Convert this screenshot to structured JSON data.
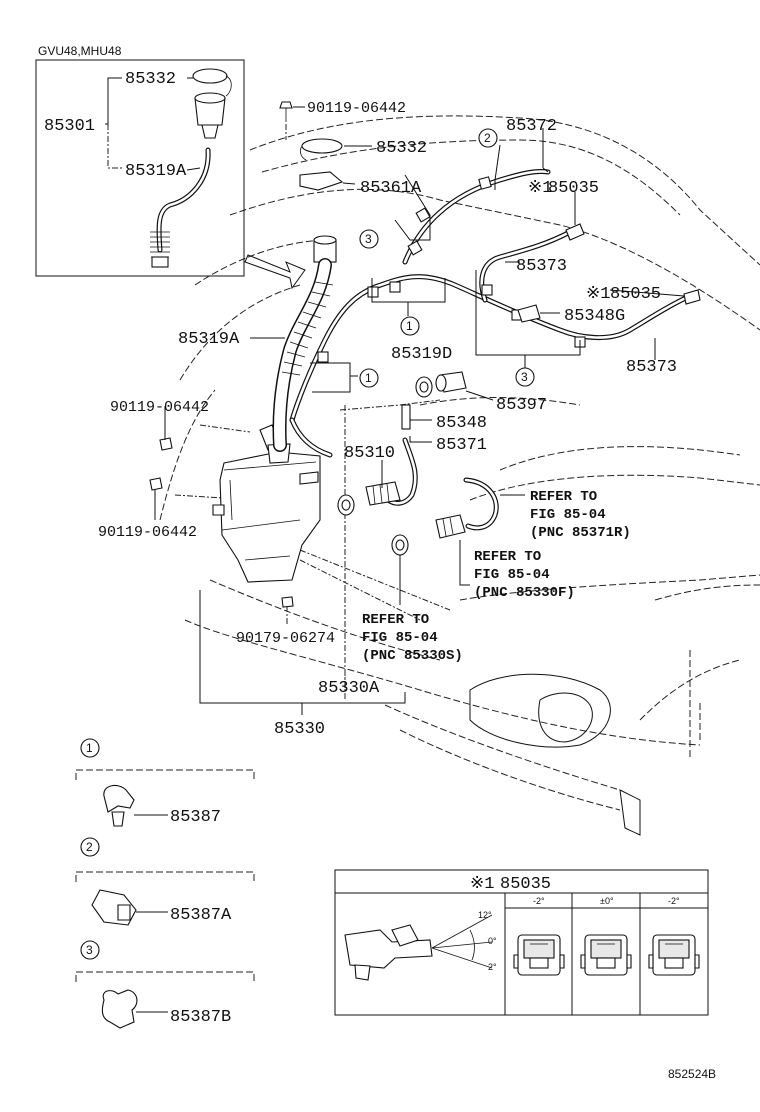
{
  "model_note": "GVU48,MHU48",
  "figure_number": "852524B",
  "inset": {
    "assembly": "85301",
    "parts": [
      "85332",
      "85319A"
    ]
  },
  "parts": {
    "p_90119_top": "90119-06442",
    "p_85332": "85332",
    "p_85361A": "85361A",
    "p_85372": "85372",
    "p_85035_a": "85035",
    "p_85373_a": "85373",
    "p_85035_b": "85035",
    "p_85348G": "85348G",
    "p_85373_b": "85373",
    "p_85319A": "85319A",
    "p_85319D": "85319D",
    "p_85397": "85397",
    "p_90119_mid": "90119-06442",
    "p_85348": "85348",
    "p_85371": "85371",
    "p_85310": "85310",
    "p_90119_low": "90119-06442",
    "p_90179": "90179-06274",
    "p_85330A": "85330A",
    "p_85330": "85330"
  },
  "marks": {
    "ref_symbol": "※1",
    "callout_1": "1",
    "callout_2": "2",
    "callout_3": "3"
  },
  "refer_notes": {
    "r1_line1": "REFER TO",
    "r1_line2": "FIG 85-04",
    "r1_line3": "(PNC 85371R)",
    "r2_line1": "REFER TO",
    "r2_line2": "FIG 85-04",
    "r2_line3": "(PNC 85330F)",
    "r3_line1": "REFER TO",
    "r3_line2": "FIG 85-04",
    "r3_line3": "(PNC 85330S)"
  },
  "clips": [
    {
      "callout": "1",
      "part": "85387"
    },
    {
      "callout": "2",
      "part": "85387A"
    },
    {
      "callout": "3",
      "part": "85387B"
    }
  ],
  "nozzle_table": {
    "title_symbol": "※1",
    "title_part": "85035",
    "columns": [
      "-2°",
      "±0°",
      "-2°"
    ],
    "angles": [
      "12°",
      "0°",
      "2°"
    ]
  },
  "colors": {
    "ink": "#111111",
    "background": "#ffffff"
  }
}
